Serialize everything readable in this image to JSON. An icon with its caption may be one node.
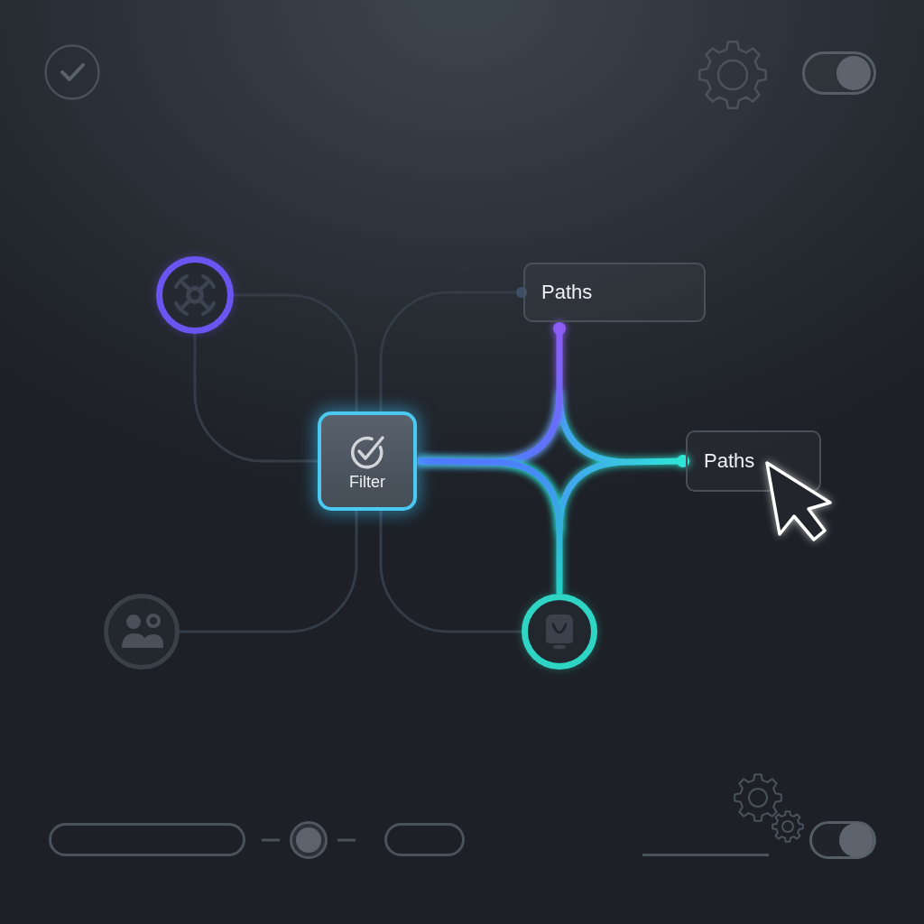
{
  "diagram": {
    "nodes": [
      {
        "text": [],
        "shape": "circle"
      },
      {
        "text": [
          "Paths"
        ]
      },
      {
        "text": [
          "Filter"
        ]
      },
      {
        "text": [
          "Paths"
        ]
      },
      {
        "text": [],
        "shape": "circle"
      },
      {
        "text": [],
        "shape": "circle"
      }
    ],
    "edges": [
      {
        "from": 0,
        "to": 2,
        "arrow": "none"
      },
      {
        "from": 0,
        "to": 2,
        "arrow": "none"
      },
      {
        "from": 2,
        "to": 1,
        "arrow": "other"
      },
      {
        "from": 2,
        "to": 1,
        "arrow": "other",
        "style": "thick",
        "color": "#8b5cf6"
      },
      {
        "from": 2,
        "to": 3,
        "arrow": "other",
        "style": "thick",
        "color": "#2ee6d6"
      },
      {
        "from": 2,
        "to": 5,
        "arrow": "none",
        "style": "thick",
        "color": "#22d3c5"
      },
      {
        "from": 2,
        "to": 4,
        "arrow": "none"
      },
      {
        "from": 2,
        "to": 5,
        "arrow": "none"
      }
    ]
  }
}
